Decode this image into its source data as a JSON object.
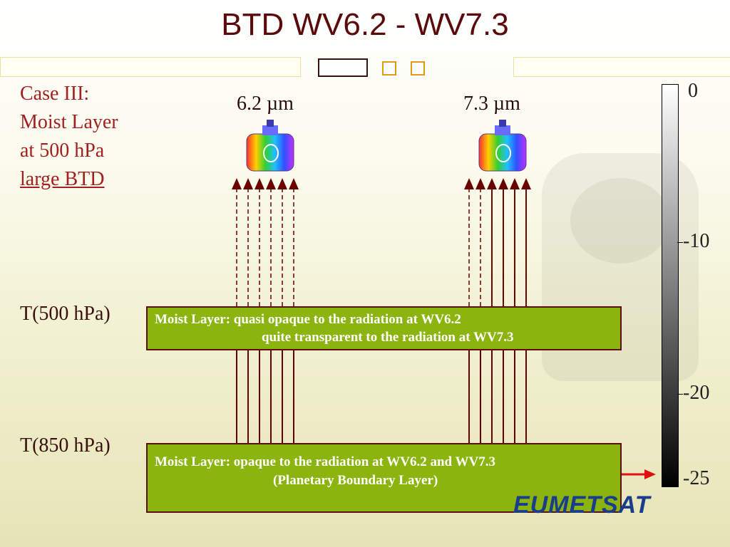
{
  "title": "BTD WV6.2 - WV7.3",
  "case": {
    "line1": "Case III:",
    "line2": "Moist Layer",
    "line3": "at 500 hPa",
    "line4": "large BTD"
  },
  "channels": {
    "left": "6.2 µm",
    "right": "7.3 µm"
  },
  "levels": {
    "t500": "T(500 hPa)",
    "t850": "T(850 hPa)"
  },
  "upper_layer": {
    "line1": "Moist Layer: quasi opaque to the radiation at WV6.2",
    "line2": "quite transparent to the radiation at WV7.3"
  },
  "lower_layer": {
    "line1": "Moist Layer: opaque to the radiation at WV6.2 and WV7.3",
    "line2": "(Planetary Boundary Layer)"
  },
  "colorbar": {
    "ticks": [
      "0",
      "-10",
      "-20",
      "-25"
    ]
  },
  "logo_text": "EUMETSAT",
  "colors": {
    "title": "#5a0a0a",
    "case_text": "#a32020",
    "layer_fill": "#8cb40e",
    "arrow": "#6b0000",
    "pointer": "#e01010"
  }
}
